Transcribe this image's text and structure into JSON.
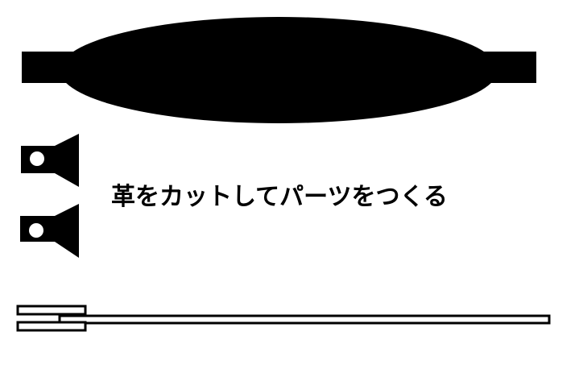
{
  "caption": "革をカットしてパーツをつくる",
  "colors": {
    "ink": "#000000",
    "paper": "#ffffff"
  },
  "parts": {
    "strap_body": "leather-strap-body",
    "end_tab_top": "end-tab-with-hole",
    "end_tab_bottom": "end-tab-with-hole",
    "long_strip": "long-leather-strip"
  }
}
